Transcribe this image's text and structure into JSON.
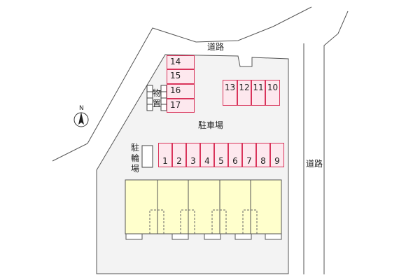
{
  "map": {
    "road_top_label": "道路",
    "road_right_label": "道路",
    "parking_label": "駐車場",
    "north_label": "N",
    "storage_label": [
      "物",
      "置"
    ],
    "bike_parking_label": [
      "駐",
      "輪",
      "場"
    ],
    "spots_left_column": [
      "14",
      "15",
      "16",
      "17"
    ],
    "spots_top_right": [
      "13",
      "12",
      "11",
      "10"
    ],
    "spots_bottom_row": [
      "1",
      "2",
      "3",
      "4",
      "5",
      "6",
      "7",
      "8",
      "9"
    ],
    "colors": {
      "lot": "#f3f3f3",
      "spot_border": "#d9335a",
      "spot_fill": "#fde8ee",
      "building_fill": "#ffffcc",
      "line": "#444444"
    }
  }
}
